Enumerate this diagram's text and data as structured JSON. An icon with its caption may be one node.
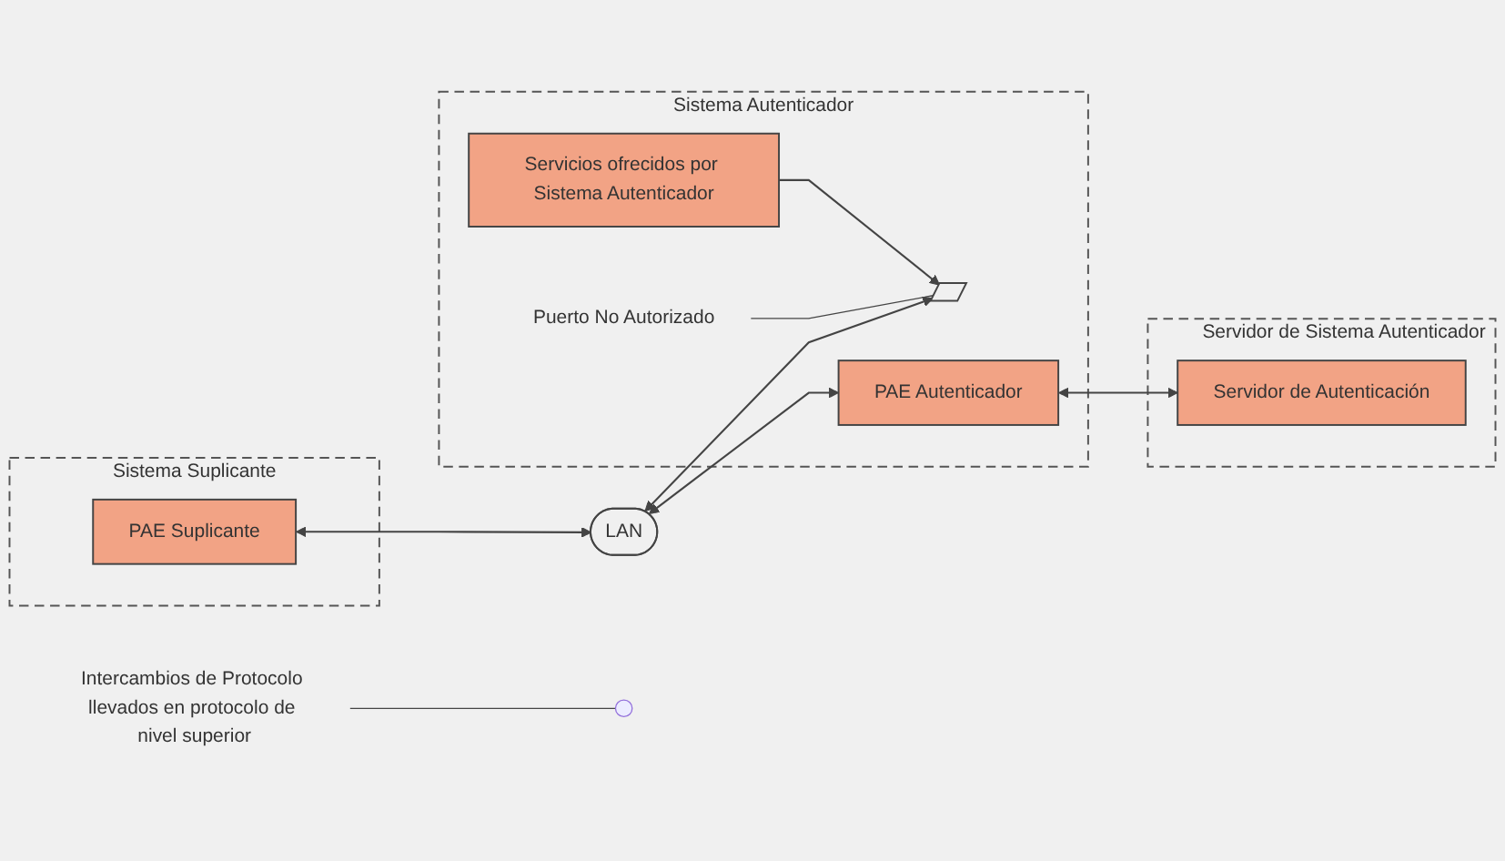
{
  "diagram": {
    "nodes": [
      {
        "text": [
          "Sistema Suplicante"
        ]
      },
      {
        "text": [
          "PAE Suplicante"
        ],
        "in": 0
      },
      {
        "text": [
          "Sistema Autenticador"
        ]
      },
      {
        "text": [
          "Servicios ofrecidos por Sistema Autenticador"
        ],
        "in": 2
      },
      {
        "text": [
          "PAE Autenticador"
        ],
        "in": 2
      },
      {
        "text": [],
        "shape": "switch",
        "in": 2
      },
      {
        "text": [
          "Puerto No Autorizado"
        ],
        "in": 2
      },
      {
        "text": [
          "Servidor de Sistema Autenticador"
        ]
      },
      {
        "text": [
          "Servidor de Autenticación"
        ],
        "in": 7
      },
      {
        "text": [
          "Intercambios de Protocolo llevados en protocolo de nivel superior"
        ]
      },
      {
        "text": [
          "LAN"
        ]
      }
    ],
    "edges": [
      {
        "from": 3,
        "to": 5,
        "arrow": "to"
      },
      {
        "from": 6,
        "to": 5,
        "arrow": "none"
      },
      {
        "from": 10,
        "to": 5,
        "arrow": "both"
      },
      {
        "from": 10,
        "to": 4,
        "arrow": "both"
      },
      {
        "from": 1,
        "to": 10,
        "arrow": "both"
      },
      {
        "from": 4,
        "to": 8,
        "arrow": "both"
      },
      {
        "from": 9,
        "to": null,
        "arrow": "none"
      }
    ]
  }
}
